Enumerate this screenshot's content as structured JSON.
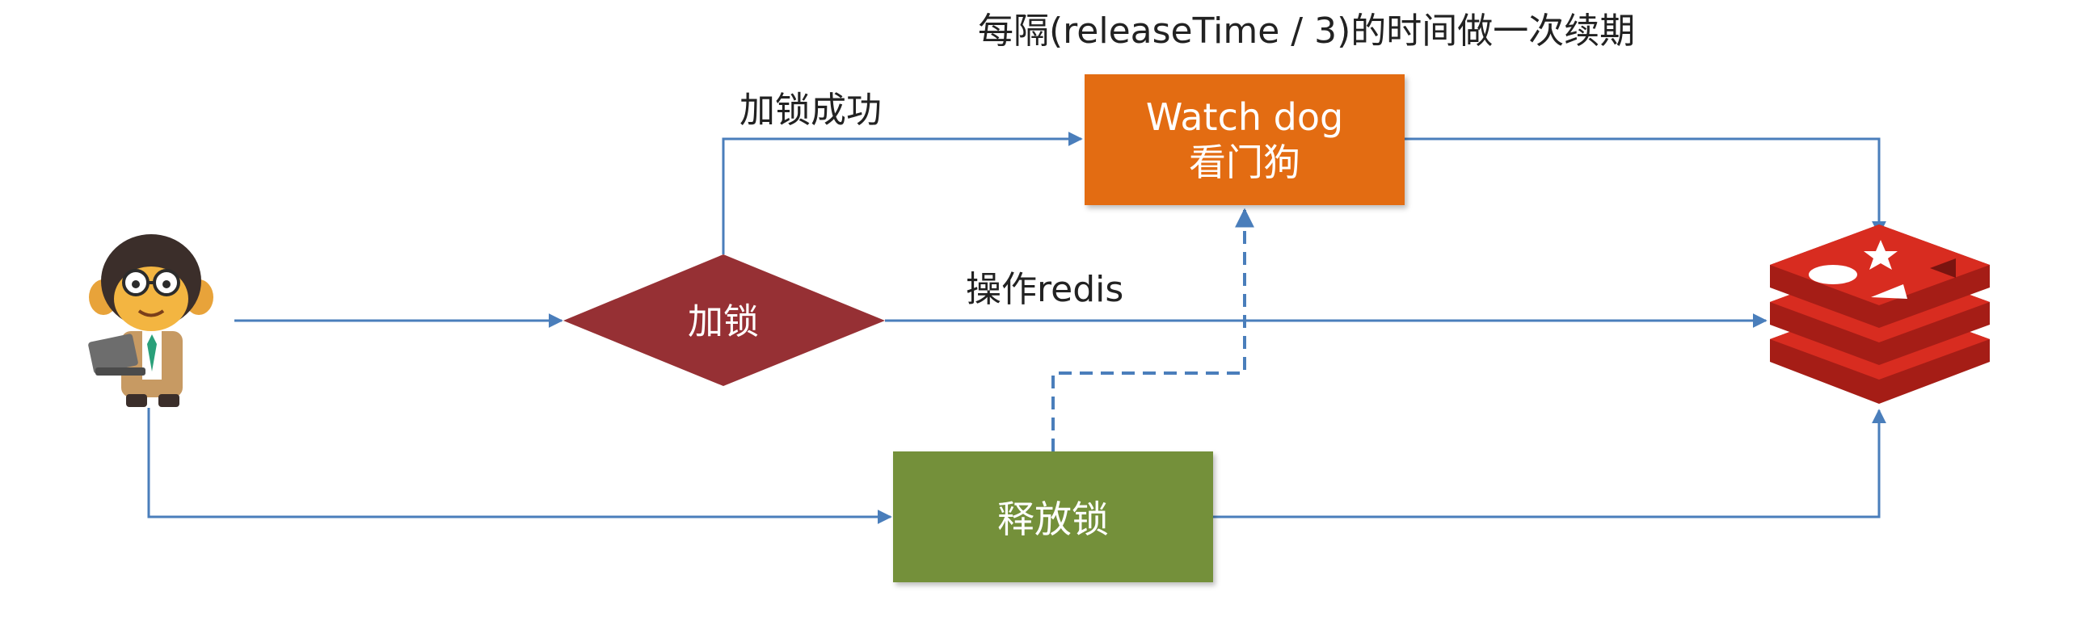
{
  "note": "每隔(releaseTime / 3)的时间做一次续期",
  "labels": {
    "lock_success": "加锁成功",
    "operate_redis": "操作redis"
  },
  "nodes": {
    "lock": "加锁",
    "watchdog_line1": "Watch dog",
    "watchdog_line2": "看门狗",
    "release": "释放锁"
  },
  "icons": {
    "user": "monkey-avatar-with-laptop",
    "redis": "redis-logo"
  },
  "colors": {
    "arrow": "#4a7ebb",
    "lock_diamond": "#963034",
    "watchdog": "#e36c12",
    "release": "#74903a",
    "redis": "#d82c20"
  }
}
